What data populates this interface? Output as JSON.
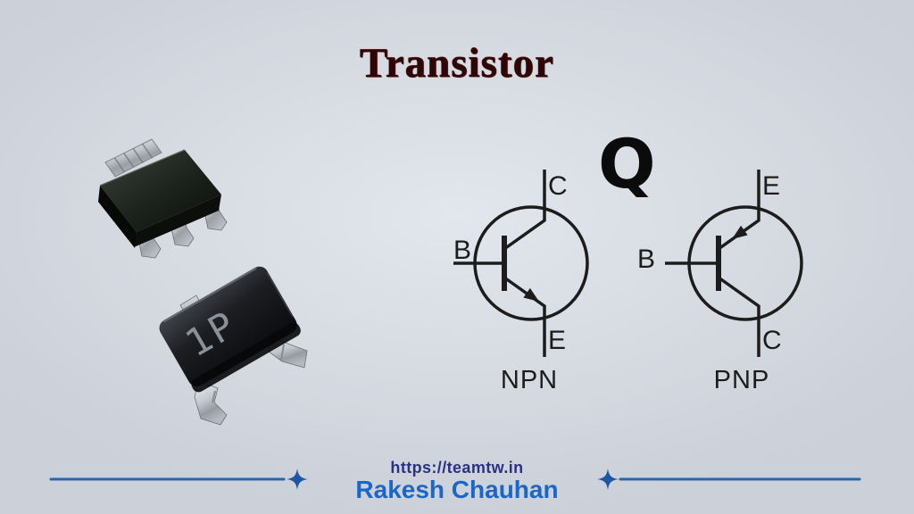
{
  "title": "Transistor",
  "designator": {
    "label": "Q"
  },
  "symbols": {
    "npn": {
      "name": "NPN",
      "base": "B",
      "collector": "C",
      "emitter": "E"
    },
    "pnp": {
      "name": "PNP",
      "base": "B",
      "collector": "C",
      "emitter": "E"
    }
  },
  "packages": {
    "sot23_marking": "1P"
  },
  "footer": {
    "url": "https://teamtw.in",
    "author": "Rakesh Chauhan"
  },
  "colors": {
    "background": "#d6dae1",
    "title_text": "#2d0707",
    "symbol_stroke": "#1c1c1c",
    "divider_blue": "#2a63ae",
    "star_blue": "#1d56a5",
    "url_text": "#2b3185",
    "author_text": "#1a66c9",
    "chip_body": "#17181b",
    "chip_marking": "#8a9199"
  }
}
